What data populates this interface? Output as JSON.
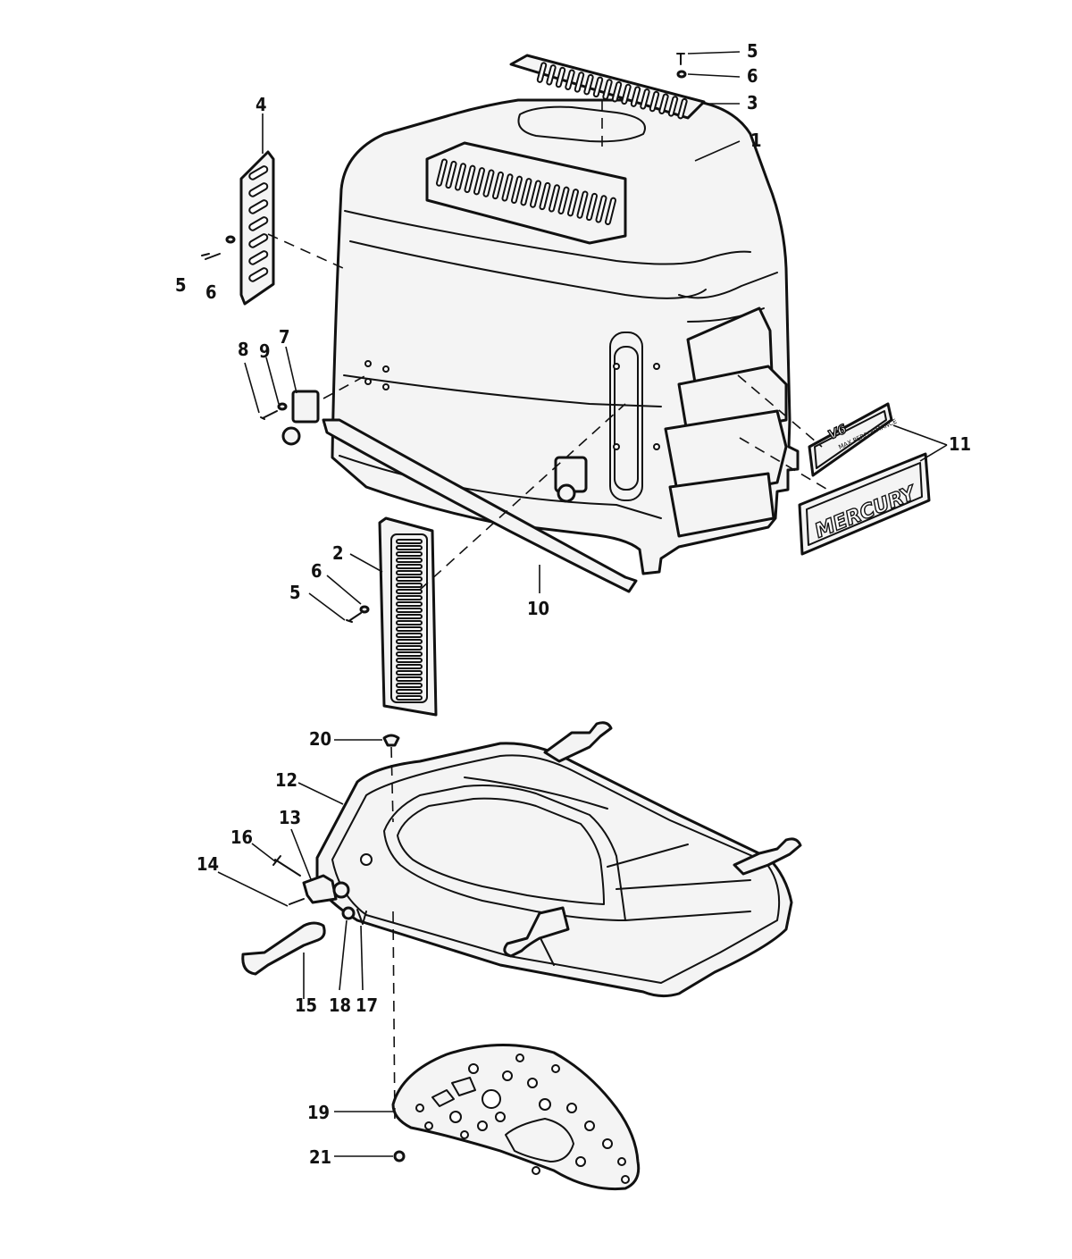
{
  "callouts": [
    {
      "id": "c1",
      "label": "1"
    },
    {
      "id": "c2",
      "label": "2"
    },
    {
      "id": "c3",
      "label": "3"
    },
    {
      "id": "c4",
      "label": "4"
    },
    {
      "id": "c5a",
      "label": "5"
    },
    {
      "id": "c5b",
      "label": "5"
    },
    {
      "id": "c5c",
      "label": "5"
    },
    {
      "id": "c6a",
      "label": "6"
    },
    {
      "id": "c6b",
      "label": "6"
    },
    {
      "id": "c6c",
      "label": "6"
    },
    {
      "id": "c7",
      "label": "7"
    },
    {
      "id": "c8",
      "label": "8"
    },
    {
      "id": "c9",
      "label": "9"
    },
    {
      "id": "c10",
      "label": "10"
    },
    {
      "id": "c11",
      "label": "11"
    },
    {
      "id": "c12",
      "label": "12"
    },
    {
      "id": "c13",
      "label": "13"
    },
    {
      "id": "c14",
      "label": "14"
    },
    {
      "id": "c15",
      "label": "15"
    },
    {
      "id": "c16",
      "label": "16"
    },
    {
      "id": "c17",
      "label": "17"
    },
    {
      "id": "c18",
      "label": "18"
    },
    {
      "id": "c19",
      "label": "19"
    },
    {
      "id": "c20",
      "label": "20"
    },
    {
      "id": "c21",
      "label": "21"
    }
  ],
  "decals": {
    "v6_badge": "V6",
    "v6_subtitle": "MAX PERFORMANCE",
    "brand": "MERCURY"
  }
}
